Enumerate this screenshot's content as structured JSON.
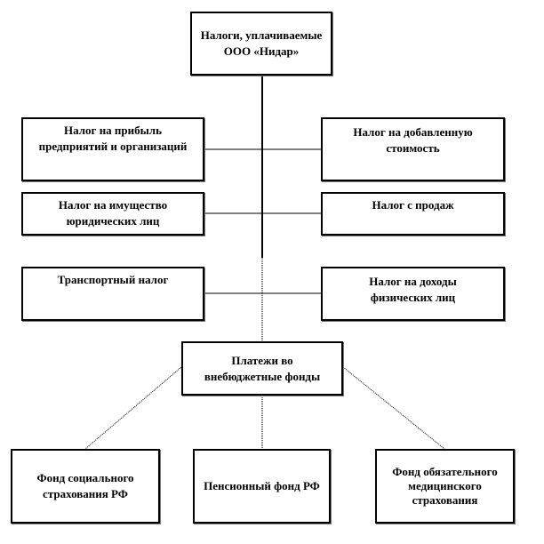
{
  "root": {
    "label": "Налоги, уплачиваемые ООО «Нидар»"
  },
  "taxes_left": [
    {
      "label": "Налог на прибыль предприятий и организаций"
    },
    {
      "label": "Налог на имущество юридических лиц"
    },
    {
      "label": "Транспортный налог"
    }
  ],
  "taxes_right": [
    {
      "label": "Налог на добавленную стоимость"
    },
    {
      "label": "Налог с продаж"
    },
    {
      "label": "Налог на доходы физических лиц"
    }
  ],
  "funds_node": {
    "label": "Платежи во внебюджетные фонды"
  },
  "funds": [
    {
      "label": "Фонд социального страхования РФ"
    },
    {
      "label": "Пенсионный фонд РФ"
    },
    {
      "label": "Фонд обязательного медицинского страхования"
    }
  ]
}
